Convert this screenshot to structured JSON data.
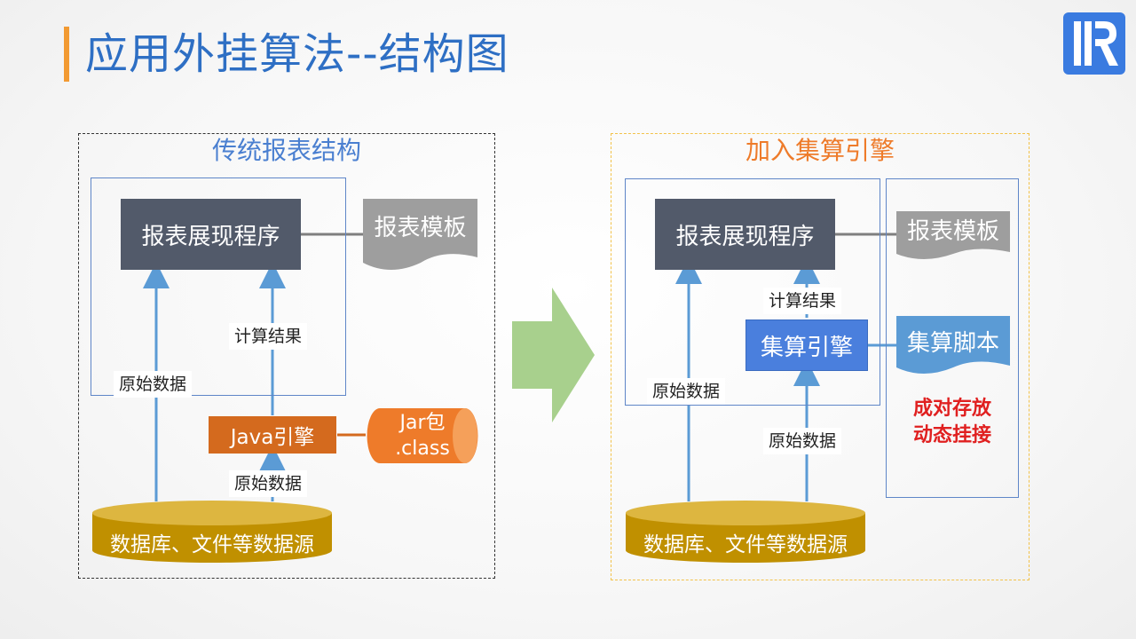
{
  "title": "应用外挂算法--结构图",
  "left": {
    "heading": "传统报表结构",
    "report_program": "报表展现程序",
    "report_template": "报表模板",
    "calc_result": "计算结果",
    "raw_data_1": "原始数据",
    "java_engine": "Java引擎",
    "jar_line1": "Jar包",
    "jar_line2": ".class",
    "raw_data_2": "原始数据",
    "datasource": "数据库、文件等数据源"
  },
  "right": {
    "heading": "加入集算引擎",
    "report_program": "报表展现程序",
    "report_template": "报表模板",
    "calc_result": "计算结果",
    "engine": "集算引擎",
    "script": "集算脚本",
    "note_line1": "成对存放",
    "note_line2": "动态挂接",
    "raw_data_1": "原始数据",
    "raw_data_2": "原始数据",
    "datasource": "数据库、文件等数据源"
  },
  "colors": {
    "title": "#2e6fc4",
    "accent_bar": "#f29a32",
    "dark_box": "#525a6a",
    "gold": "#c09000",
    "orange": "#ee7b2a",
    "blue_box": "#4a7fdd",
    "arrow_green": "#a8d08d",
    "note_red": "#e02020"
  }
}
